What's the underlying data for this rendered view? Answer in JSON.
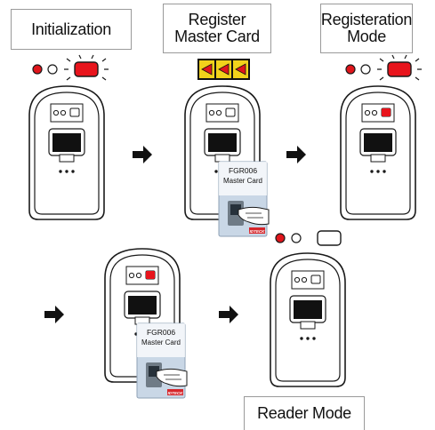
{
  "steps": {
    "initialization": "Initialization",
    "register_line1": "Register",
    "register_line2": "Master Card",
    "registration_line1": "Registeration",
    "registration_line2": "Mode",
    "reader_mode": "Reader Mode"
  },
  "card": {
    "model": "FGR006",
    "title": "Master Card",
    "brand": "IDTECK"
  },
  "colors": {
    "led_red": "#e0151b",
    "led_off": "#ffffff",
    "beep_red": "#e8141c",
    "arrow": "#111111",
    "card_bg": "#c9d7e6",
    "sticker_yellow": "#f2d21b",
    "brand_red": "#d6262b"
  },
  "icons": [
    "red-led-icon",
    "off-led-icon",
    "beeping-indicator-icon",
    "right-arrow-icon",
    "master-card-icon",
    "hand-icon",
    "beep-sound-icon"
  ]
}
